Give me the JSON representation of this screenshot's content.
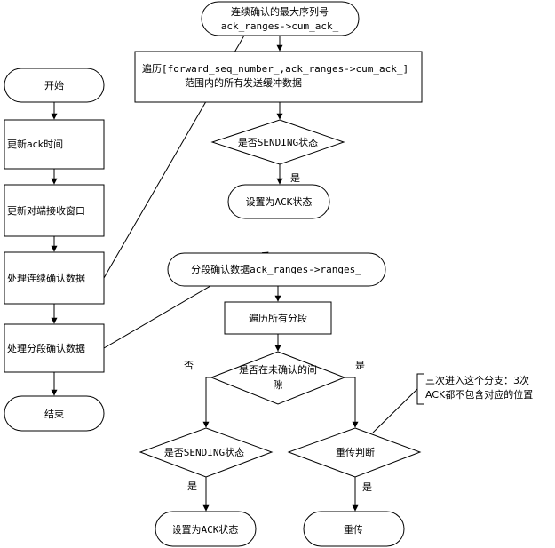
{
  "left_flow": {
    "start": "开始",
    "update_ack_time": "更新ack时间",
    "update_recv_window": "更新对端接收窗口",
    "process_cumulative_ack": "处理连续确认数据",
    "process_range_ack": "处理分段确认数据",
    "end": "结束"
  },
  "cumulative_branch": {
    "title_line1": "连续确认的最大序列号",
    "title_line2": "ack_ranges->cum_ack_",
    "iterate_line1": "遍历[forward_seq_number_,ack_ranges->cum_ack_]",
    "iterate_line2": "范围内的所有发送缓冲数据",
    "is_sending": "是否SENDING状态",
    "yes_label": "是",
    "set_ack_state": "设置为ACK状态"
  },
  "range_branch": {
    "title": "分段确认数据ack_ranges->ranges_",
    "iterate_all": "遍历所有分段",
    "in_gap_line1": "是否在未确认的间",
    "in_gap_line2": "隙",
    "no_label": "否",
    "yes_label": "是",
    "is_sending": "是否SENDING状态",
    "sending_yes_label": "是",
    "set_ack_state": "设置为ACK状态",
    "retransmit_judge": "重传判断",
    "retransmit_yes_label": "是",
    "retransmit": "重传"
  },
  "note": {
    "line1": "三次进入这个分支：3次",
    "line2": "ACK都不包含对应的位置"
  }
}
